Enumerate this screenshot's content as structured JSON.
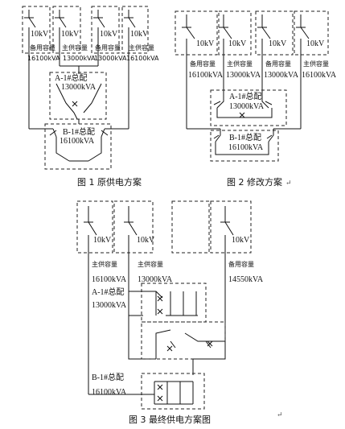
{
  "figure1": {
    "caption": "图 1  原供电方案",
    "feeders": [
      {
        "voltage": "10kV",
        "role": "备用容量",
        "capacity": "16100kVA"
      },
      {
        "voltage": "10kV",
        "role": "主供容量",
        "capacity": "13000kVA"
      },
      {
        "voltage": "10kV",
        "role": "备用容量",
        "capacity": "13000kVA"
      },
      {
        "voltage": "10kV",
        "role": "主供容量",
        "capacity": "16100kVA"
      }
    ],
    "dist_a": {
      "name": "A-1#总配",
      "capacity": "13000kVA"
    },
    "dist_b": {
      "name": "B-1#总配",
      "capacity": "16100kVA"
    }
  },
  "figure2": {
    "caption": "图 2  修改方案",
    "feeders": [
      {
        "voltage": "10kV",
        "role": "备用容量",
        "capacity": "16100kVA"
      },
      {
        "voltage": "10kV",
        "role": "主供容量",
        "capacity": "13000kVA"
      },
      {
        "voltage": "10kV",
        "role": "备用容量",
        "capacity": "13000kVA"
      },
      {
        "voltage": "10kV",
        "role": "主供容量",
        "capacity": "16100kVA"
      }
    ],
    "dist_a": {
      "name": "A-1#总配",
      "capacity": "13000kVA"
    },
    "dist_b": {
      "name": "B-1#总配",
      "capacity": "16100kVA"
    }
  },
  "figure3": {
    "caption": "图 3  最终供电方案图",
    "feeders": [
      {
        "voltage": "10kV",
        "role": "主供容量",
        "capacity": "16100kVA"
      },
      {
        "voltage": "10kV",
        "role": "主供容量",
        "capacity": "13000kVA"
      },
      {
        "voltage": "10kV",
        "role": "备用容量",
        "capacity": "14550kVA"
      }
    ],
    "dist_a": {
      "name": "A-1#总配",
      "capacity": "13000kVA"
    },
    "dist_b": {
      "name": "B-1#总配",
      "capacity": "16100kVA"
    }
  },
  "return_mark": "↵"
}
